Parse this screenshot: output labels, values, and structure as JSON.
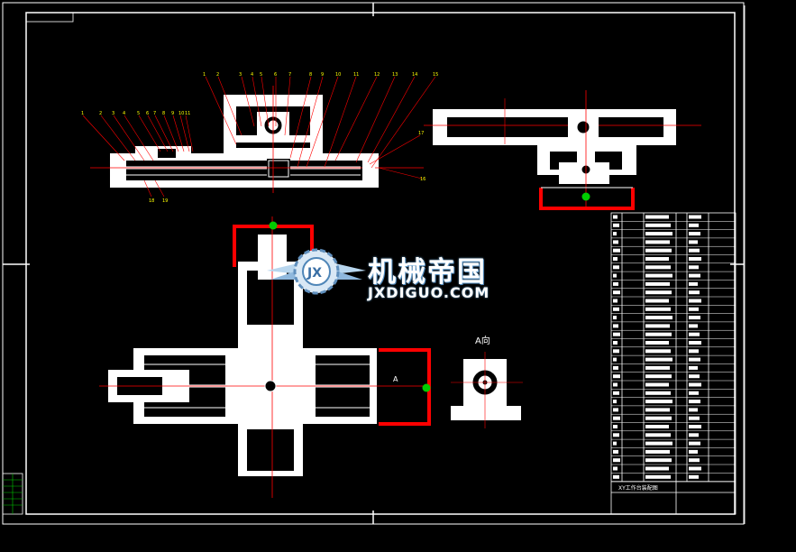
{
  "watermark": {
    "chinese": "机械帝国",
    "domain": "JXDIGUO.COM",
    "logo_letters": "JX"
  },
  "view_label": "A向",
  "section_mark": "A",
  "title_block": {
    "drawing_title": "XY工作台装配图"
  },
  "colors": {
    "background": "#000000",
    "lines": "#ffffff",
    "highlight": "#ff0000",
    "center": "#00cc00"
  }
}
